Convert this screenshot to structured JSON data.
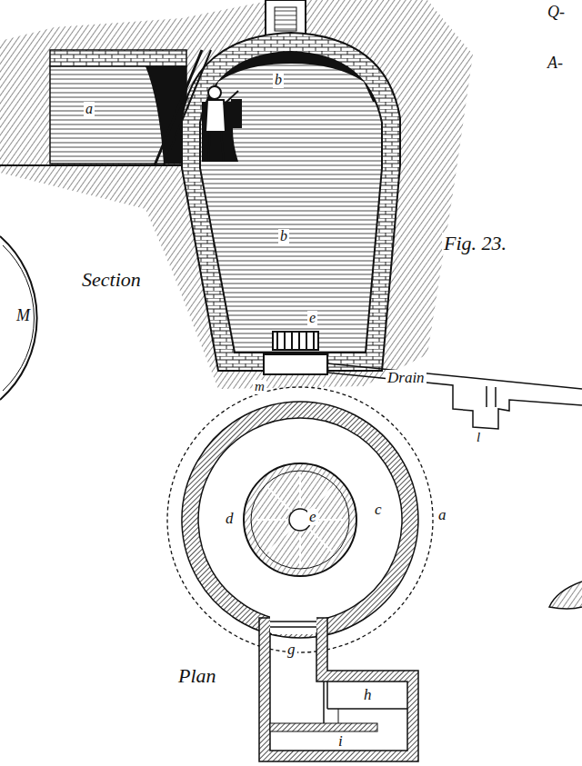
{
  "diagram": {
    "labels": [
      "Q-",
      "A-",
      "M",
      "a",
      "b",
      "Fig. 23.",
      "Section",
      "b",
      "e",
      "m",
      "Drain",
      "l",
      "d",
      "e",
      "c",
      "a",
      "Plan",
      "g",
      "h",
      "i"
    ]
  }
}
